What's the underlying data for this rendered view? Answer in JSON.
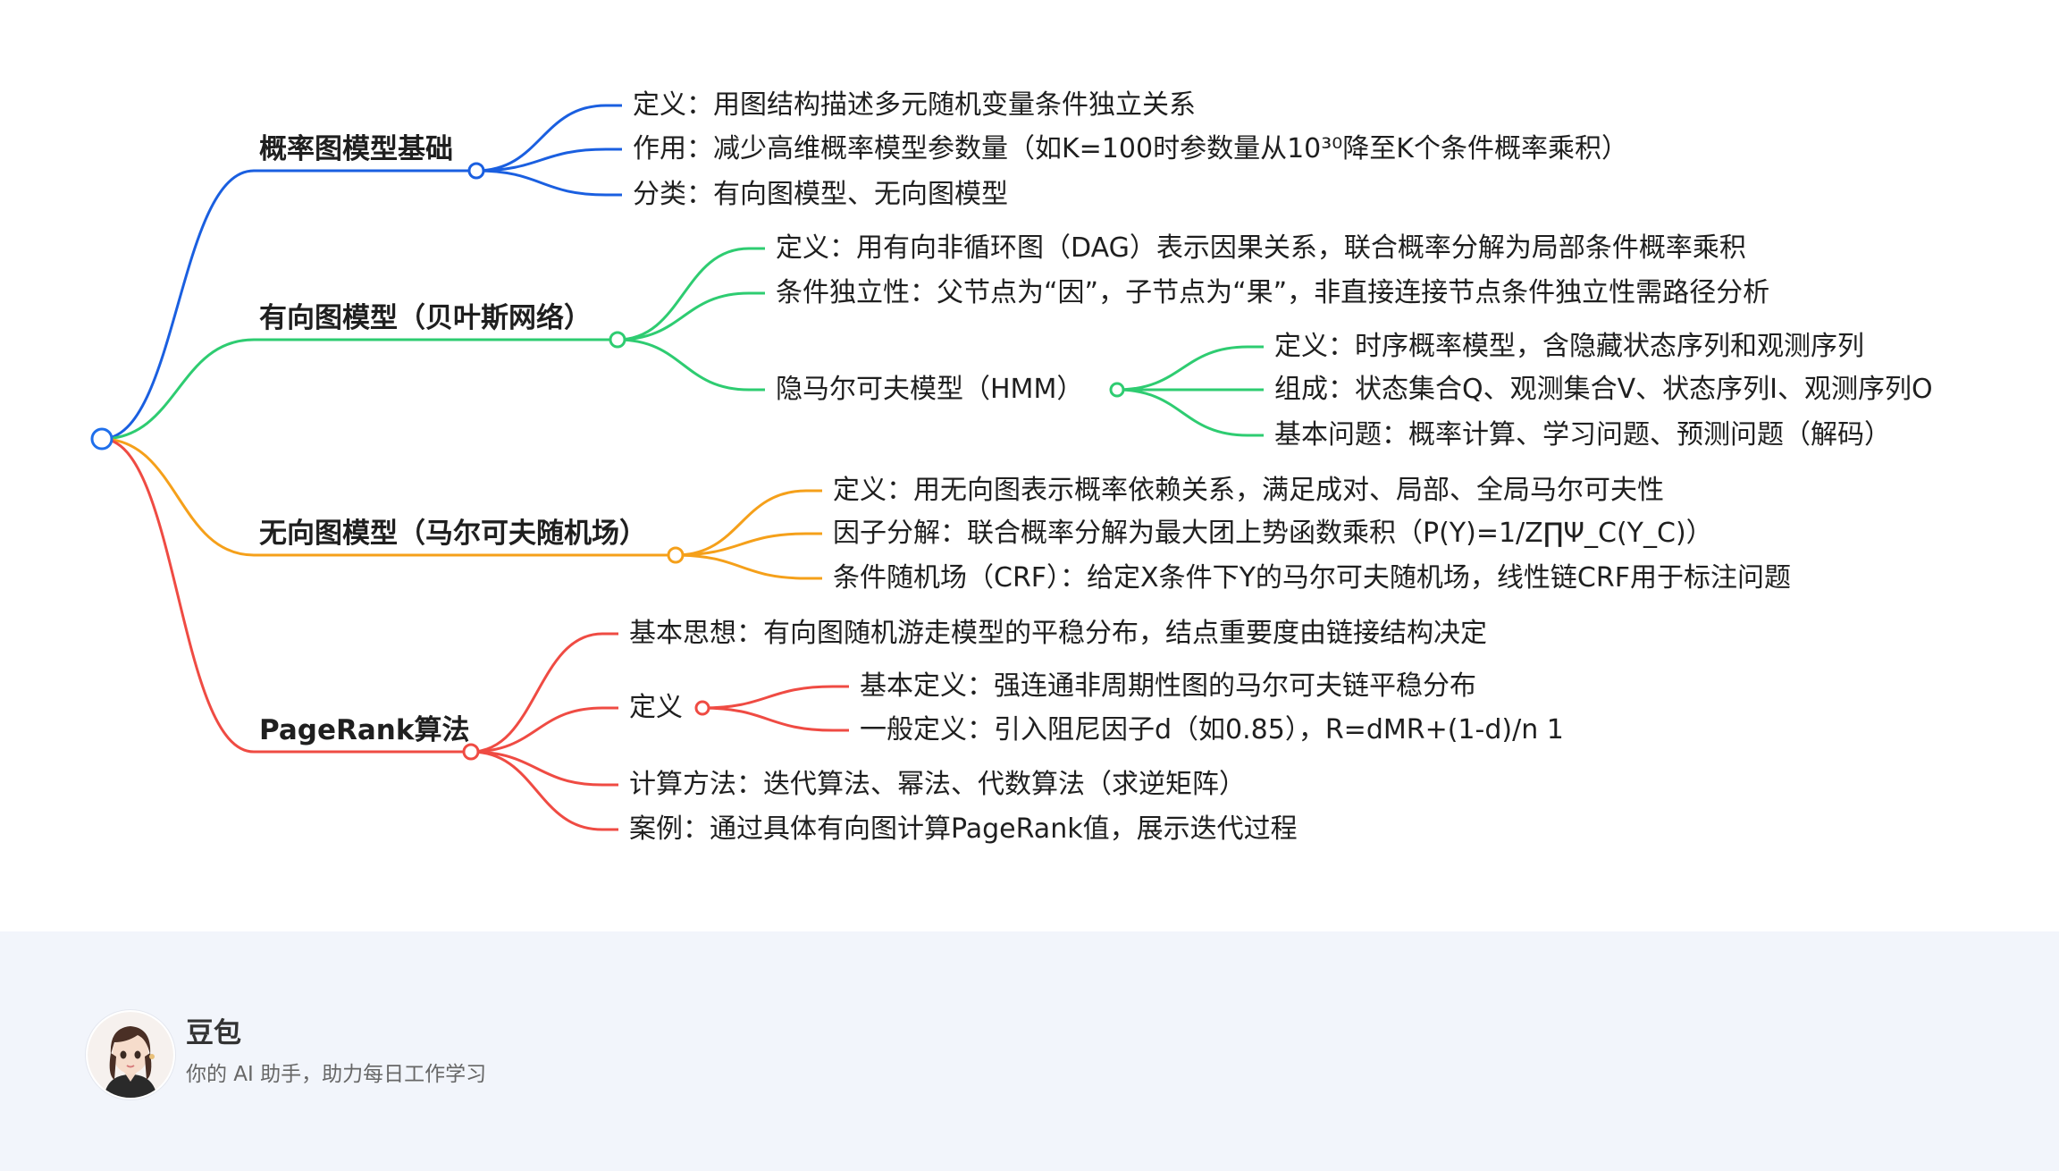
{
  "mindmap": {
    "root_color": "#1f6feb",
    "branches": [
      {
        "label": "概率图模型基础",
        "color": "#1a5fe0",
        "children": [
          {
            "label": "定义：用图结构描述多元随机变量条件独立关系"
          },
          {
            "label": "作用：减少高维概率模型参数量（如K=100时参数量从10³⁰降至K个条件概率乘积）"
          },
          {
            "label": "分类：有向图模型、无向图模型"
          }
        ]
      },
      {
        "label": "有向图模型（贝叶斯网络）",
        "color": "#2ecc71",
        "children": [
          {
            "label": "定义：用有向非循环图（DAG）表示因果关系，联合概率分解为局部条件概率乘积"
          },
          {
            "label": "条件独立性：父节点为“因”，子节点为“果”，非直接连接节点条件独立性需路径分析"
          },
          {
            "label": "隐马尔可夫模型（HMM）",
            "children": [
              {
                "label": "定义：时序概率模型，含隐藏状态序列和观测序列"
              },
              {
                "label": "组成：状态集合Q、观测集合V、状态序列I、观测序列O"
              },
              {
                "label": "基本问题：概率计算、学习问题、预测问题（解码）"
              }
            ]
          }
        ]
      },
      {
        "label": "无向图模型（马尔可夫随机场）",
        "color": "#f5a01a",
        "children": [
          {
            "label": "定义：用无向图表示概率依赖关系，满足成对、局部、全局马尔可夫性"
          },
          {
            "label": "因子分解：联合概率分解为最大团上势函数乘积（P(Y)=1/Z∏Ψ_C(Y_C)）"
          },
          {
            "label": "条件随机场（CRF）：给定X条件下Y的马尔可夫随机场，线性链CRF用于标注问题"
          }
        ]
      },
      {
        "label": "PageRank算法",
        "color": "#ef4b43",
        "children": [
          {
            "label": "基本思想：有向图随机游走模型的平稳分布，结点重要度由链接结构决定"
          },
          {
            "label": "定义",
            "children": [
              {
                "label": "基本定义：强连通非周期性图的马尔可夫链平稳分布"
              },
              {
                "label": "一般定义：引入阻尼因子d（如0.85），R=dMR+(1-d)/n 1"
              }
            ]
          },
          {
            "label": "计算方法：迭代算法、幂法、代数算法（求逆矩阵）"
          },
          {
            "label": "案例：通过具体有向图计算PageRank值，展示迭代过程"
          }
        ]
      }
    ]
  },
  "footer": {
    "brand_name": "豆包",
    "tagline": "你的 AI 助手，助力每日工作学习",
    "avatar_icon": "assistant-avatar-icon"
  }
}
